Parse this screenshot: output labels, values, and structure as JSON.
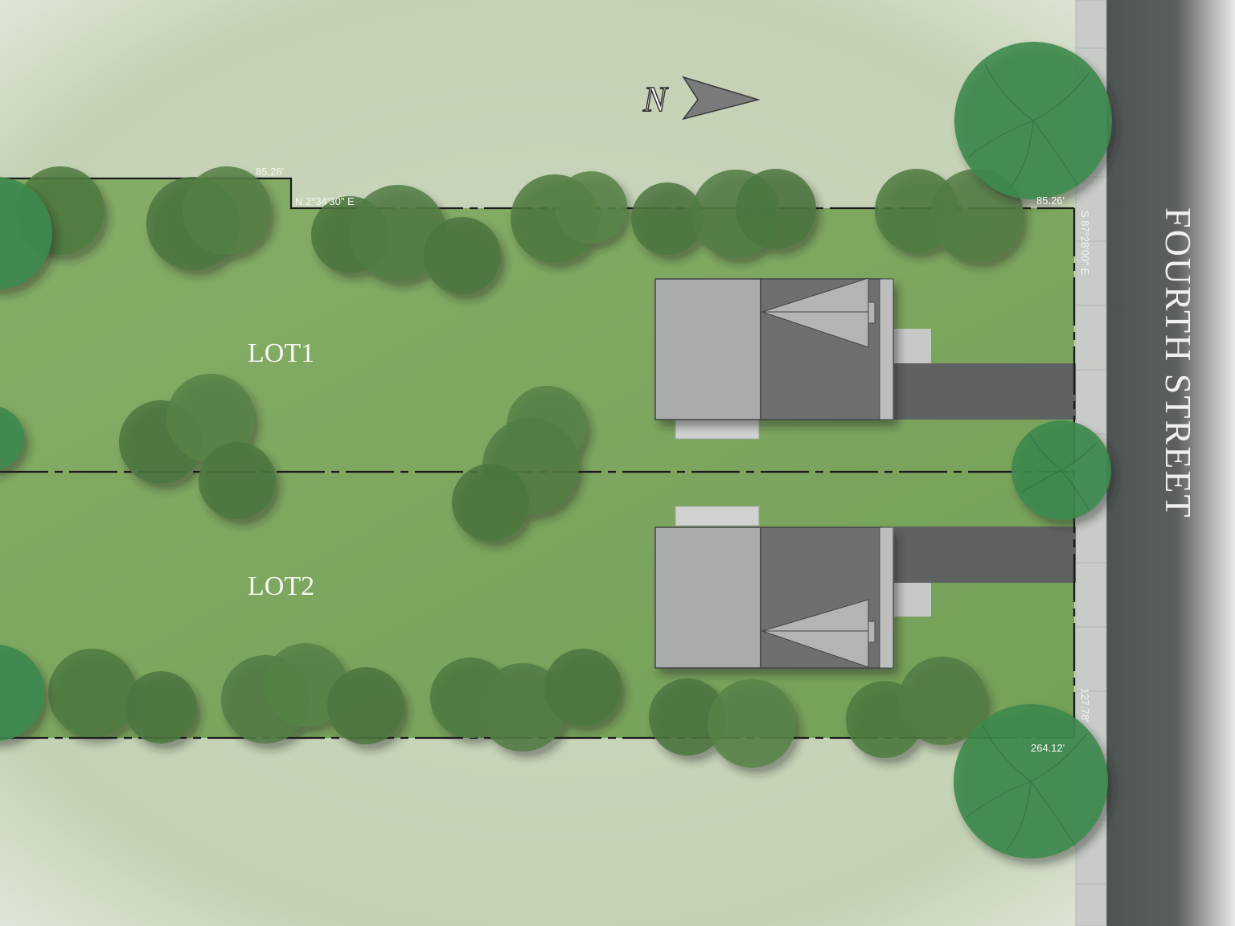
{
  "map": {
    "north_label": "N",
    "street_name": "FOURTH STREET",
    "lots": [
      {
        "label": "LOT1"
      },
      {
        "label": "LOT2"
      }
    ],
    "dimensions": {
      "top_left_width": "85.26'",
      "top_right_width": "85.26'",
      "top_bearing": "N 2°34'30\" E",
      "right_bearing": "S 87°28'00\" E",
      "right_lower": "127.78'",
      "bottom_length": "264.12'"
    },
    "colors": {
      "lawn": "#7ea860",
      "surround": "#c9d6bc",
      "road": "#555a58",
      "sidewalk": "#c7cac7",
      "tree_dark": "#4f7a40",
      "tree_large": "#3e8a4e",
      "roof_light": "#a9abab",
      "roof_dark": "#6e7070"
    }
  }
}
